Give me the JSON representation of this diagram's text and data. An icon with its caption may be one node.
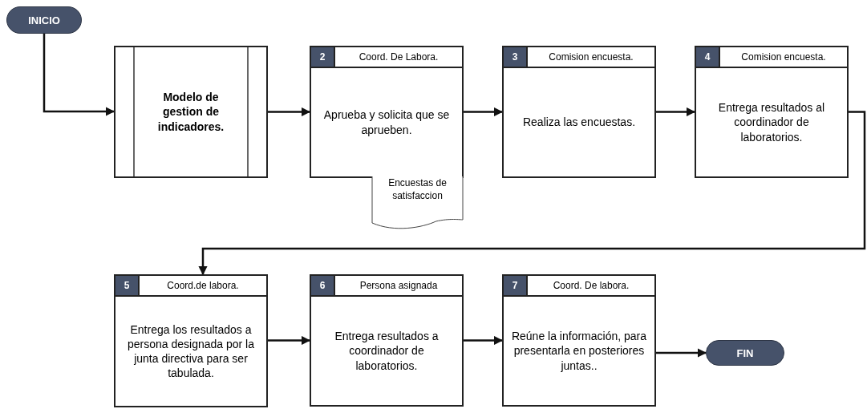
{
  "diagram": {
    "nodes": [
      {
        "text": [
          "INICIO"
        ]
      },
      {
        "text": [
          "Modelo de gestion de indicadores."
        ]
      },
      {
        "text": [
          "2",
          "Coord. De Labora.",
          "Aprueba y solicita que se aprueben."
        ]
      },
      {
        "text": [
          "Encuestas de satisfaccion"
        ]
      },
      {
        "text": [
          "3",
          "Comision encuesta.",
          "Realiza las encuestas."
        ]
      },
      {
        "text": [
          "4",
          "Comision encuesta.",
          "Entrega resultados al coordinador de laboratorios."
        ]
      },
      {
        "text": [
          "5",
          "Coord.de labora.",
          "Entrega los resultados a persona designada por la junta directiva para ser tabulada."
        ]
      },
      {
        "text": [
          "6",
          "Persona asignada",
          "Entrega resultados a coordinador de laboratorios."
        ]
      },
      {
        "text": [
          "7",
          "Coord. De labora.",
          "Reúne la información, para presentarla en posteriores juntas.."
        ]
      },
      {
        "text": [
          "FIN"
        ]
      }
    ],
    "edges": [
      {
        "from": 0,
        "to": 1,
        "arrow": "to"
      },
      {
        "from": 1,
        "to": 2,
        "arrow": "to"
      },
      {
        "from": 2,
        "to": 4,
        "arrow": "to"
      },
      {
        "from": 4,
        "to": 5,
        "arrow": "to"
      },
      {
        "from": 5,
        "to": 6,
        "arrow": "to"
      },
      {
        "from": 6,
        "to": 7,
        "arrow": "to"
      },
      {
        "from": 7,
        "to": 8,
        "arrow": "to"
      },
      {
        "from": 8,
        "to": 9,
        "arrow": "to"
      }
    ]
  }
}
